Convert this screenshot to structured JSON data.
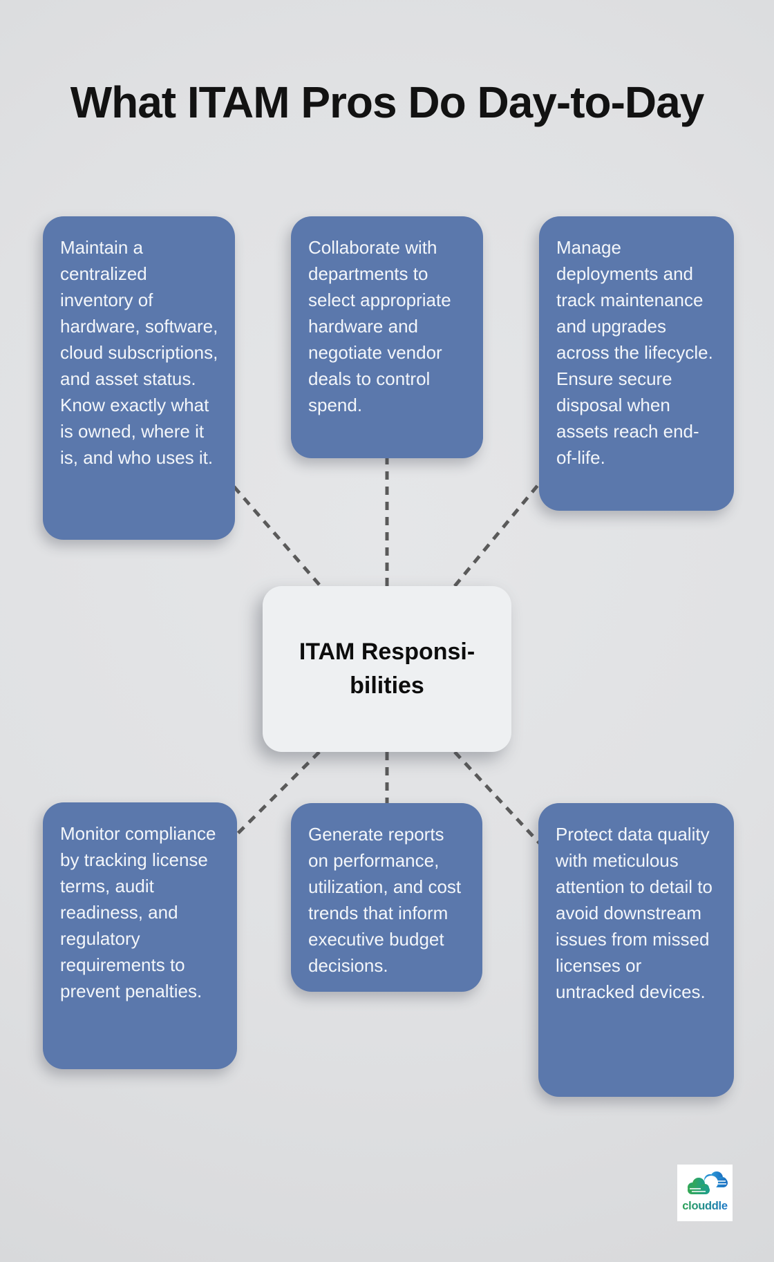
{
  "title": "What ITAM Pros Do Day-to-Day",
  "center_node": {
    "line1": "ITAM Responsi-",
    "line2": "bilities"
  },
  "cards": [
    {
      "id": "inventory",
      "text": "Maintain a centralized inventory of hardware, software, cloud subscriptions, and asset status. Know exactly what is owned, where it is, and who uses it."
    },
    {
      "id": "procurement",
      "text": "Collaborate with departments to select appropriate hardware and negotiate vendor deals to control spend."
    },
    {
      "id": "lifecycle",
      "text": "Manage deployments and track maintenance and upgrades across the lifecycle. Ensure secure disposal when assets reach end-of-life."
    },
    {
      "id": "compliance",
      "text": "Monitor compliance by tracking license terms, audit readiness, and regulatory requirements to prevent penalties."
    },
    {
      "id": "reporting",
      "text": "Generate reports on performance, utilization, and cost trends that inform executive budget decisions."
    },
    {
      "id": "data-quality",
      "text": "Protect data quality with meticulous attention to detail to avoid downstream issues from missed licenses or untracked devices."
    }
  ],
  "logo": {
    "brand": "clouddle"
  },
  "colors": {
    "card_blue": "#5b78ac",
    "card_text": "#f3f6fa",
    "center_bg": "#eef0f2",
    "center_text": "#0d0d0d",
    "connector": "#5a5a5a",
    "background": "#e0e1e3",
    "logo_green": "#2aa254",
    "logo_blue": "#1d79ca"
  }
}
